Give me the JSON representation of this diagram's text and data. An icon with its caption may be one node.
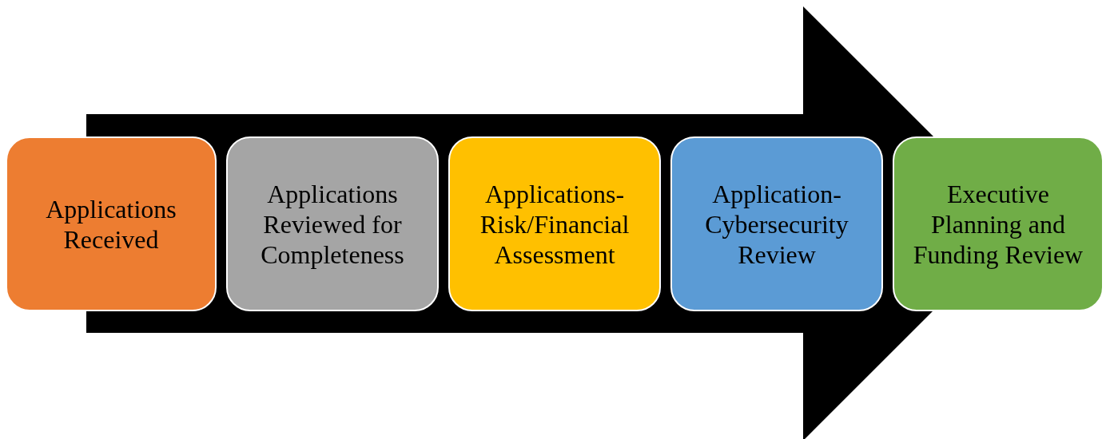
{
  "diagram": {
    "nodes": [
      {
        "text": [
          "Applications Received"
        ]
      },
      {
        "text": [
          "Applications Reviewed for Completeness"
        ]
      },
      {
        "text": [
          "Applications- Risk/Financial Assessment"
        ]
      },
      {
        "text": [
          "Application- Cybersecurity Review"
        ]
      },
      {
        "text": [
          "Executive Planning and Funding Review"
        ]
      }
    ],
    "edges": [
      {
        "from": 0,
        "to": 4,
        "arrow": "to"
      }
    ]
  }
}
